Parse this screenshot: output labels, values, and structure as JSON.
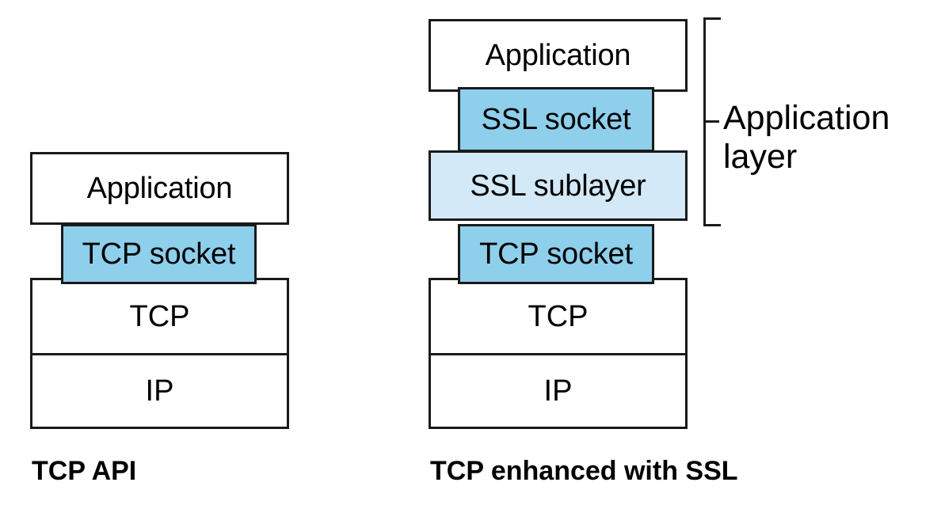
{
  "diagram": {
    "title": "TCP API vs TCP enhanced with SSL protocol stacks",
    "colors": {
      "socket_blue": "#8ecfec",
      "sublayer_blue": "#d3e9f7",
      "box_border": "#1a1a1a",
      "box_fill": "#ffffff",
      "text": "#000000",
      "background": "#ffffff"
    },
    "left_stack": {
      "caption": "TCP API",
      "boxes": [
        {
          "label": "Application",
          "kind": "plain"
        },
        {
          "label": "TCP socket",
          "kind": "socket"
        },
        {
          "label": "TCP",
          "kind": "plain"
        },
        {
          "label": "IP",
          "kind": "plain"
        }
      ]
    },
    "right_stack": {
      "caption": "TCP enhanced with SSL",
      "boxes": [
        {
          "label": "Application",
          "kind": "plain"
        },
        {
          "label": "SSL socket",
          "kind": "socket"
        },
        {
          "label": "SSL sublayer",
          "kind": "sublayer"
        },
        {
          "label": "TCP socket",
          "kind": "socket"
        },
        {
          "label": "TCP",
          "kind": "plain"
        },
        {
          "label": "IP",
          "kind": "plain"
        }
      ],
      "bracket": {
        "label": "Application\nlayer",
        "spans": [
          "Application",
          "SSL socket",
          "SSL sublayer"
        ]
      }
    }
  }
}
